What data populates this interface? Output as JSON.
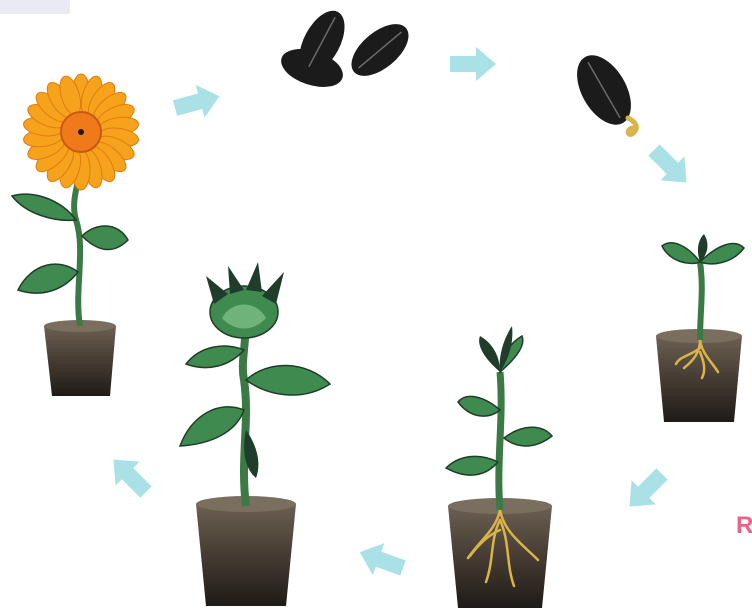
{
  "diagram": {
    "title": "",
    "edge_text": "RI",
    "corner_text": "",
    "stages": [
      {
        "id": "flower",
        "label": ""
      },
      {
        "id": "seeds",
        "label": ""
      },
      {
        "id": "germinating-seed",
        "label": ""
      },
      {
        "id": "seedling",
        "label": ""
      },
      {
        "id": "young-plant",
        "label": ""
      },
      {
        "id": "budding-plant",
        "label": ""
      }
    ],
    "arrows": [
      {
        "from": "flower",
        "to": "seeds"
      },
      {
        "from": "seeds",
        "to": "germinating-seed"
      },
      {
        "from": "germinating-seed",
        "to": "seedling"
      },
      {
        "from": "seedling",
        "to": "young-plant"
      },
      {
        "from": "young-plant",
        "to": "budding-plant"
      },
      {
        "from": "budding-plant",
        "to": "flower"
      }
    ]
  },
  "colors": {
    "arrow": "#a9e1e6",
    "petal": "#f6a21d",
    "petal_edge": "#e07b10",
    "flower_center": "#f07a1a",
    "leaf": "#3f8a4e",
    "leaf_light": "#6fb27a",
    "leaf_dark": "#1f3d2a",
    "stem": "#3b7a45",
    "seed": "#1b1b1b",
    "seed_stripe": "#6a6a6a",
    "pot_top": "#6b6052",
    "pot_mid": "#4a3f35",
    "pot_bottom": "#1f1b18",
    "root": "#d9b44a",
    "edge_text": "#e8628a",
    "corner_text": "#c9c9d6",
    "corner_bg": "#e9eaf3"
  }
}
